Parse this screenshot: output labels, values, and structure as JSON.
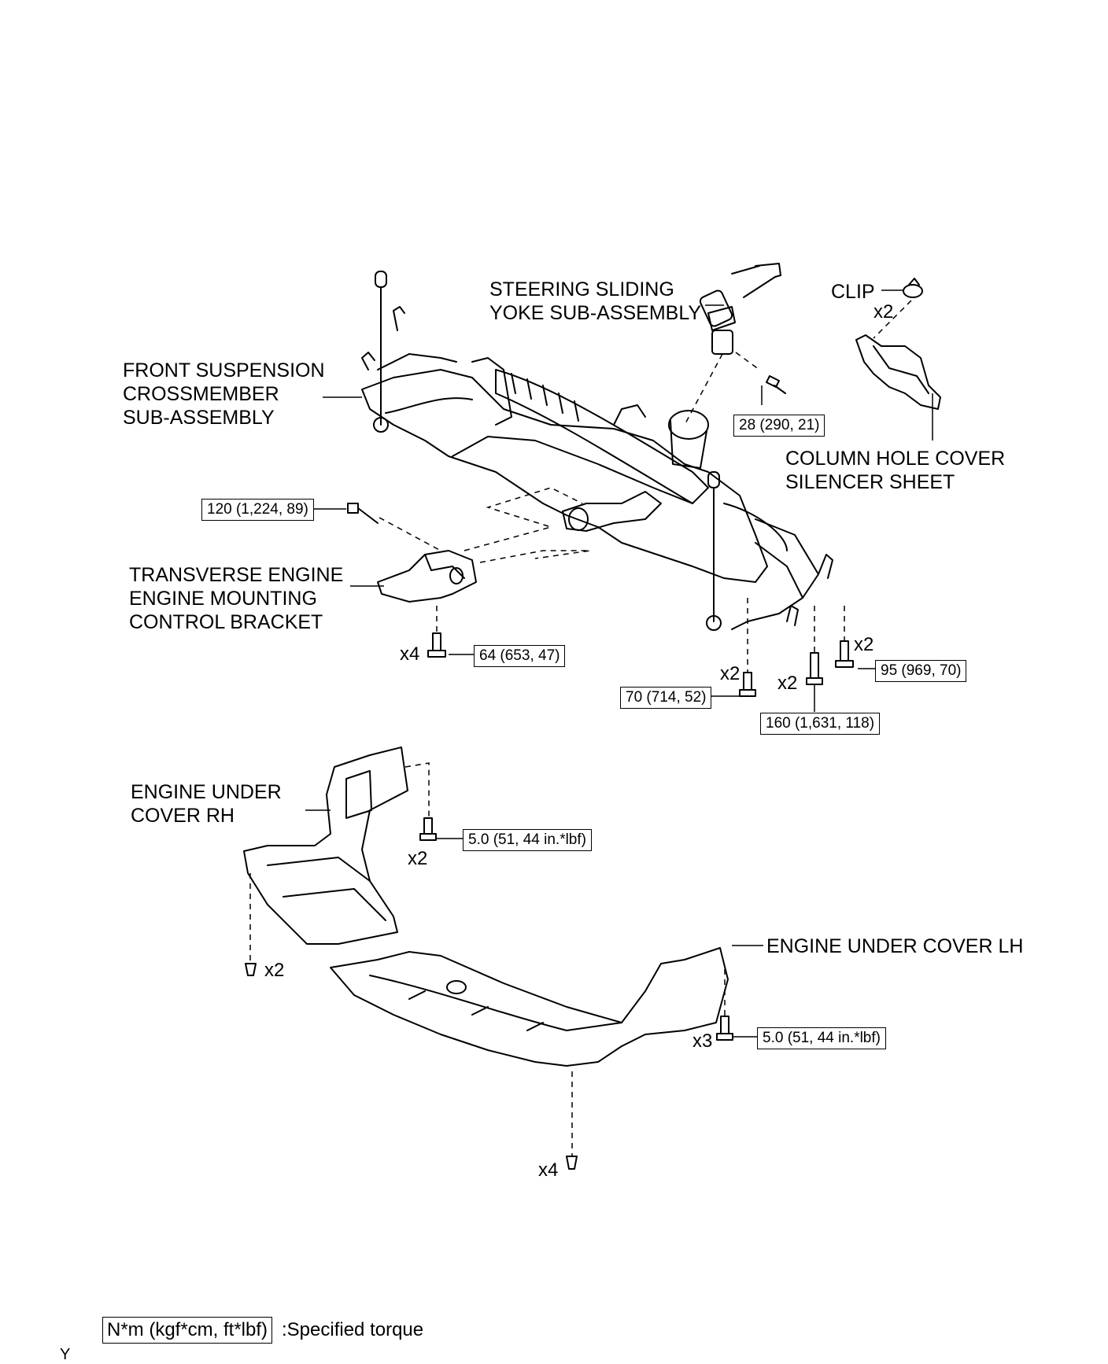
{
  "labels": {
    "steering_yoke": [
      "STEERING SLIDING",
      "YOKE SUB-ASSEMBLY"
    ],
    "clip": "CLIP",
    "crossmember": [
      "FRONT SUSPENSION",
      "CROSSMEMBER",
      "SUB-ASSEMBLY"
    ],
    "column_hole": [
      "COLUMN HOLE COVER",
      "SILENCER SHEET"
    ],
    "engine_mount": [
      "TRANSVERSE ENGINE",
      "ENGINE MOUNTING",
      "CONTROL BRACKET"
    ],
    "under_cover_rh": [
      "ENGINE UNDER",
      "COVER RH"
    ],
    "under_cover_lh": "ENGINE UNDER COVER LH"
  },
  "torques": {
    "t28": "28 (290, 21)",
    "t120": "120 (1,224, 89)",
    "t64": "64 (653, 47)",
    "t95": "95 (969, 70)",
    "t70": "70 (714, 52)",
    "t160": "160 (1,631, 118)",
    "t5_rh": "5.0 (51, 44 in.*lbf)",
    "t5_lh": "5.0 (51, 44 in.*lbf)"
  },
  "quantities": {
    "clip": "x2",
    "mount_bolt": "x4",
    "rear_bolt_95": "x2",
    "bolt_70": "x2",
    "bolt_160": "x2",
    "rh_bolt": "x2",
    "rh_screw": "x2",
    "lh_bolt": "x3",
    "center_screw": "x4"
  },
  "legend": {
    "unit_box": "N*m (kgf*cm, ft*lbf)",
    "description": ":Specified torque"
  },
  "corner_mark": "Y"
}
